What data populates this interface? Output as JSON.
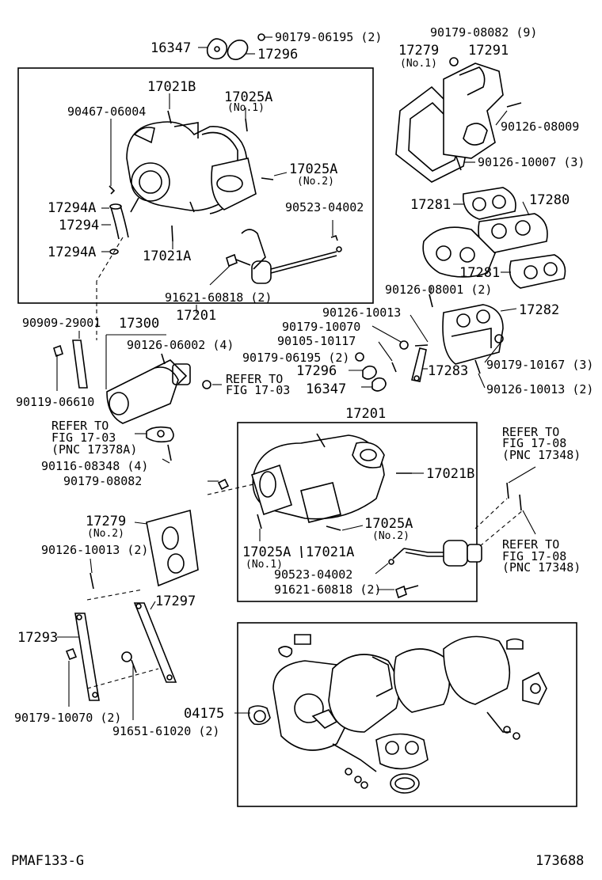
{
  "diagram_code": "PMAF133-G",
  "page_number": "173688",
  "labels": {
    "p16347_top": "16347",
    "p90179_06195_2_top": "90179-06195 (2)",
    "p17296_top": "17296",
    "p90179_08082_9": "90179-08082 (9)",
    "p17279_no1": "17279",
    "p17279_no1_sub": "(No.1)",
    "p17291": "17291",
    "p17021B_top": "17021B",
    "p17025A_no1_top": "17025A",
    "p17025A_no1_top_sub": "(No.1)",
    "p90467_06004": "90467-06004",
    "p90126_08009": "90126-08009",
    "p17025A_no2_top": "17025A",
    "p17025A_no2_top_sub": "(No.2)",
    "p90126_10007_3": "90126-10007 (3)",
    "p17294A_a": "17294A",
    "p17294": "17294",
    "p17294A_b": "17294A",
    "p17021A_top": "17021A",
    "p90523_04002_top": "90523-04002",
    "p17281_a": "17281",
    "p17280": "17280",
    "p17281_b": "17281",
    "p91621_60818_2_top": "91621-60818 (2)",
    "p17201_top": "17201",
    "p90126_08001_2": "90126-08001 (2)",
    "p90909_29001": "90909-29001",
    "p17300": "17300",
    "p90126_10013": "90126-10013",
    "p17282": "17282",
    "p90179_10070": "90179-10070",
    "p90126_06002_4": "90126-06002 (4)",
    "p90105_10117": "90105-10117",
    "p90179_06195_2_mid": "90179-06195 (2)",
    "p90179_10167_3": "90179-10167 (3)",
    "p17296_mid": "17296",
    "p17283": "17283",
    "p16347_mid": "16347",
    "p90126_10013_2_right": "90126-10013 (2)",
    "p90119_06610": "90119-06610",
    "refer_fig_17_03_a1": "REFER TO",
    "refer_fig_17_03_a2": "FIG 17-03",
    "p17201_mid": "17201",
    "refer_fig_17_03_b1": "REFER TO",
    "refer_fig_17_03_b2": "FIG 17-03",
    "refer_fig_17_03_b3": "(PNC 17378A)",
    "refer_fig_17_08_a1": "REFER TO",
    "refer_fig_17_08_a2": "FIG 17-08",
    "refer_fig_17_08_a3": "(PNC 17348)",
    "p90116_08348_4": "90116-08348 (4)",
    "p90179_08082": "90179-08082",
    "p17021B_mid": "17021B",
    "p17279_no2": "17279",
    "p17279_no2_sub": "(No.2)",
    "p17025A_no2_mid": "17025A",
    "p17025A_no2_mid_sub": "(No.2)",
    "p90126_10013_2_left": "90126-10013 (2)",
    "p17025A_no1_mid": "17025A",
    "p17025A_no1_mid_sub": "(No.1)",
    "p17021A_mid": "17021A",
    "refer_fig_17_08_b1": "REFER TO",
    "refer_fig_17_08_b2": "FIG 17-08",
    "refer_fig_17_08_b3": "(PNC 17348)",
    "p90523_04002_mid": "90523-04002",
    "p91621_60818_2_mid": "91621-60818 (2)",
    "p17297": "17297",
    "p17293": "17293",
    "p04175": "04175",
    "p90179_10070_2": "90179-10070 (2)",
    "p91651_61020_2": "91651-61020 (2)"
  }
}
